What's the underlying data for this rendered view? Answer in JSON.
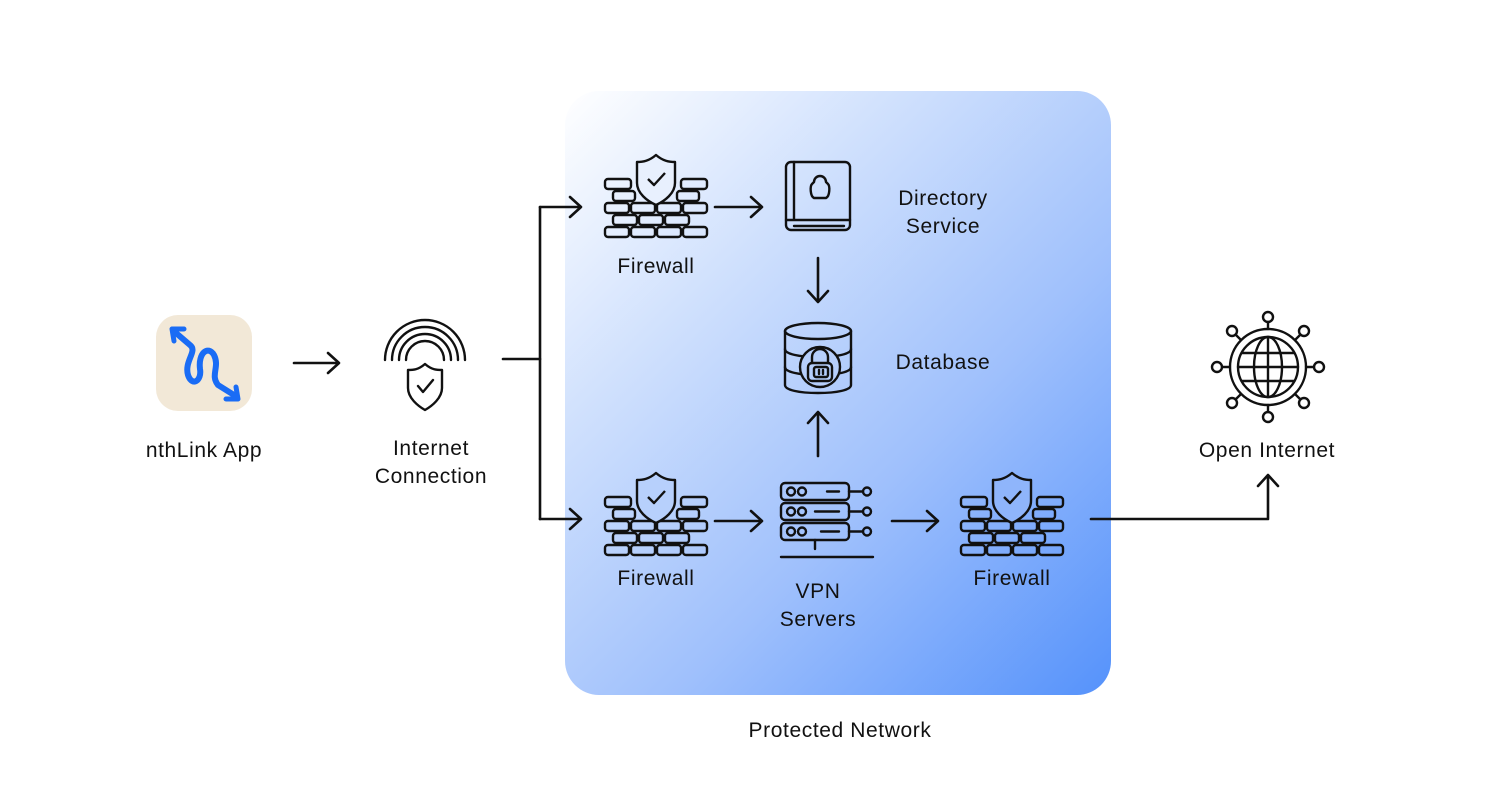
{
  "diagram": {
    "type": "network-architecture",
    "zone": {
      "label": "Protected Network",
      "gradient_from": "#ffffff",
      "gradient_to": "#5592fb"
    },
    "nodes": [
      {
        "id": "app",
        "label": "nthLink App",
        "icon": "nthlink-app-icon",
        "brand_color": "#1a6cf5",
        "tile_color": "#f2e8d7"
      },
      {
        "id": "conn",
        "label": "Internet\nConnection",
        "icon": "secure-wifi-shield-icon"
      },
      {
        "id": "fw1",
        "label": "Firewall",
        "icon": "firewall-icon"
      },
      {
        "id": "dir",
        "label": "Directory\nService",
        "icon": "directory-book-icon"
      },
      {
        "id": "db",
        "label": "Database",
        "icon": "locked-database-icon"
      },
      {
        "id": "fw2",
        "label": "Firewall",
        "icon": "firewall-icon"
      },
      {
        "id": "vpn",
        "label": "VPN\nServers",
        "icon": "server-rack-icon"
      },
      {
        "id": "fw3",
        "label": "Firewall",
        "icon": "firewall-icon"
      },
      {
        "id": "inet",
        "label": "Open Internet",
        "icon": "globe-network-icon"
      }
    ],
    "edges": [
      {
        "from": "app",
        "to": "conn"
      },
      {
        "from": "conn",
        "to": "fw1"
      },
      {
        "from": "conn",
        "to": "fw2"
      },
      {
        "from": "fw1",
        "to": "dir"
      },
      {
        "from": "dir",
        "to": "db"
      },
      {
        "from": "fw2",
        "to": "vpn"
      },
      {
        "from": "vpn",
        "to": "db"
      },
      {
        "from": "vpn",
        "to": "fw3"
      },
      {
        "from": "fw3",
        "to": "inet"
      }
    ]
  }
}
